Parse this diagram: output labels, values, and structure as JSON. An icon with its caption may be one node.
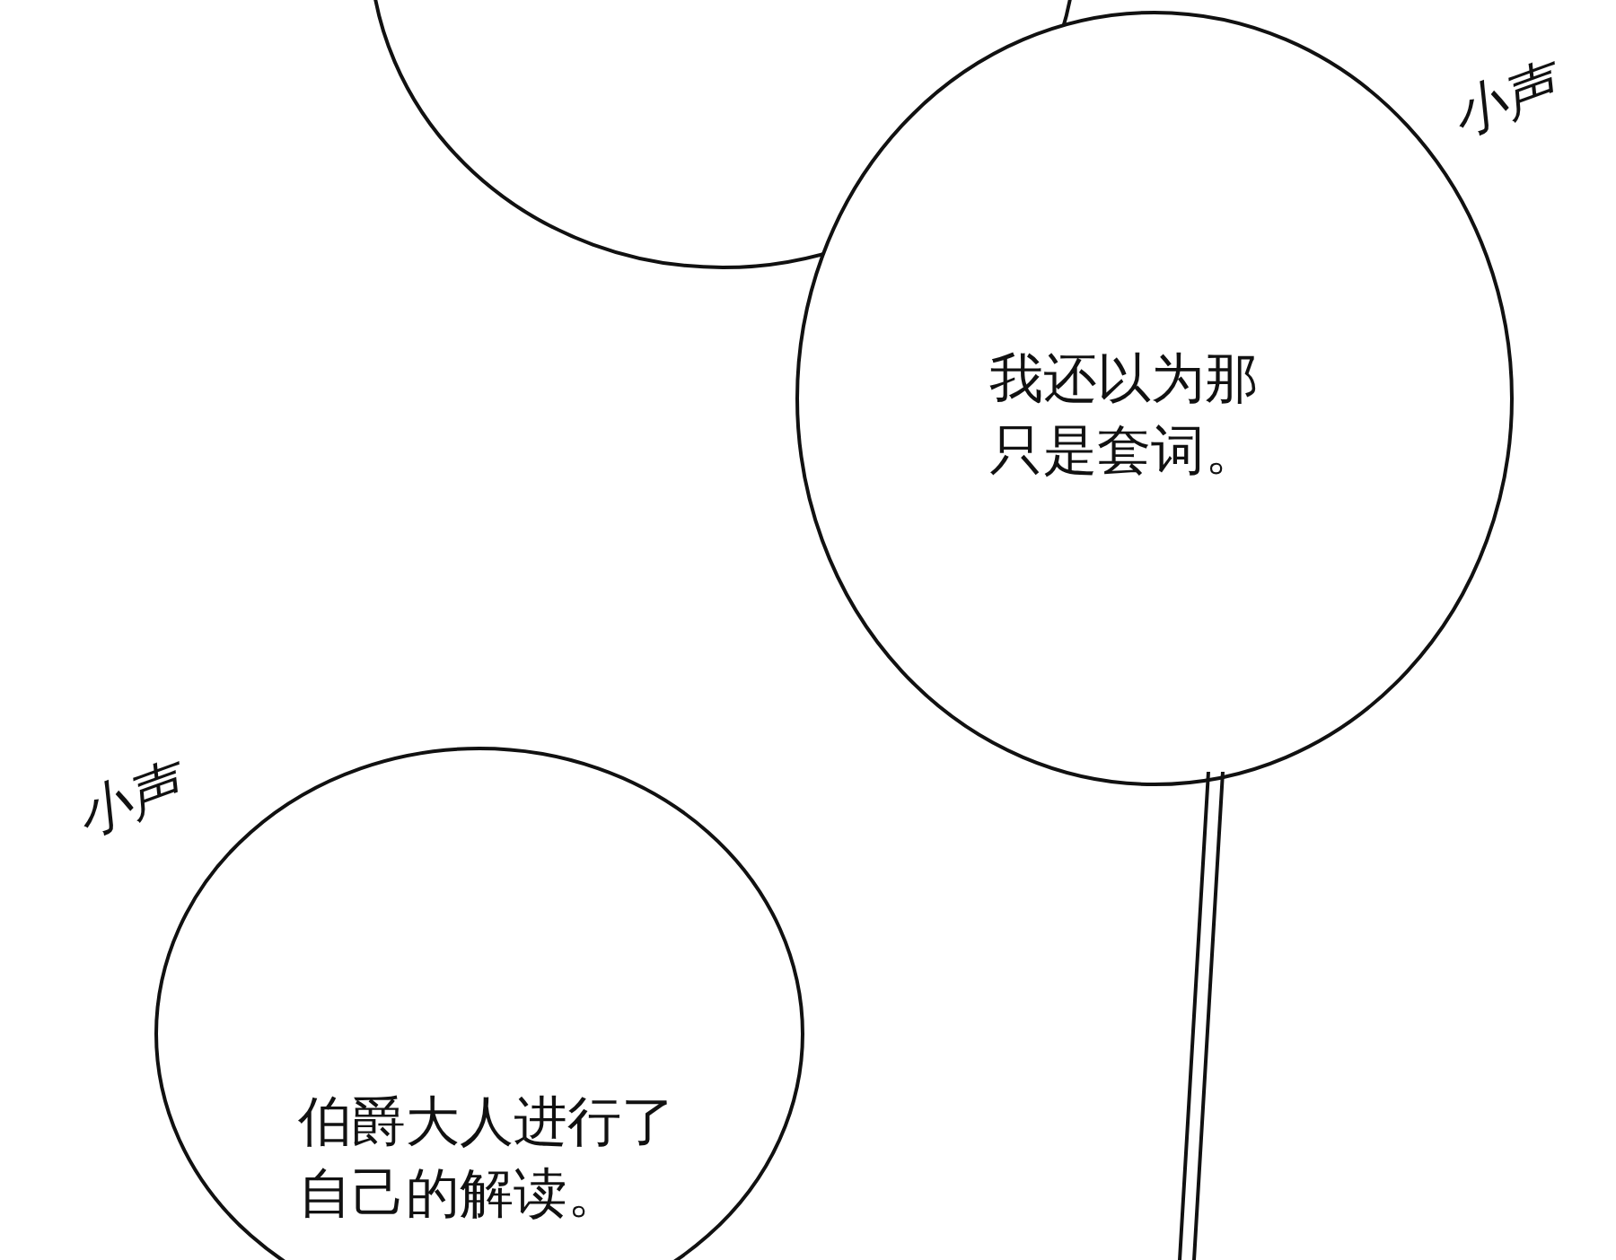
{
  "diagram": {
    "nodes": [
      {
        "text": [],
        "shape": "circle"
      },
      {
        "text": [
          "我还以为那只是套词。"
        ],
        "beside": [
          "小声"
        ]
      },
      {
        "text": [
          "伯爵大人进行了自己的解读。"
        ],
        "beside": [
          "小声"
        ]
      }
    ]
  }
}
